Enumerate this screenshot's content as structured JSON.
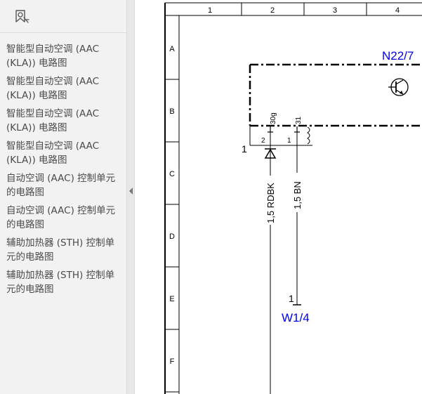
{
  "sidebar": {
    "bookmarks": [
      "智能型自动空调 (AAC (KLA)) 电路图",
      "智能型自动空调 (AAC (KLA)) 电路图",
      "智能型自动空调 (AAC (KLA)) 电路图",
      "智能型自动空调 (AAC (KLA)) 电路图",
      "自动空调 (AAC) 控制单元的电路图",
      "自动空调 (AAC) 控制单元的电路图",
      "辅助加热器 (STH) 控制单元的电路图",
      "辅助加热器 (STH) 控制单元的电路图"
    ],
    "icons": {
      "bookmark": "bookmark-icon",
      "collapse": "collapse-left-icon"
    }
  },
  "diagram": {
    "columns": [
      "1",
      "2",
      "3",
      "4"
    ],
    "rows": [
      "A",
      "B",
      "C",
      "D",
      "E",
      "F"
    ],
    "component_label": "N22/7",
    "component_color": "#0000ee",
    "pins": [
      {
        "number": "2",
        "name": "30g"
      },
      {
        "number": "1",
        "name": "31"
      }
    ],
    "connector_label": "1",
    "wires": [
      {
        "label": "1,5 RDBK"
      },
      {
        "label": "1,5 BN"
      }
    ],
    "ground_pin": "1",
    "ground_label": "W1/4"
  }
}
